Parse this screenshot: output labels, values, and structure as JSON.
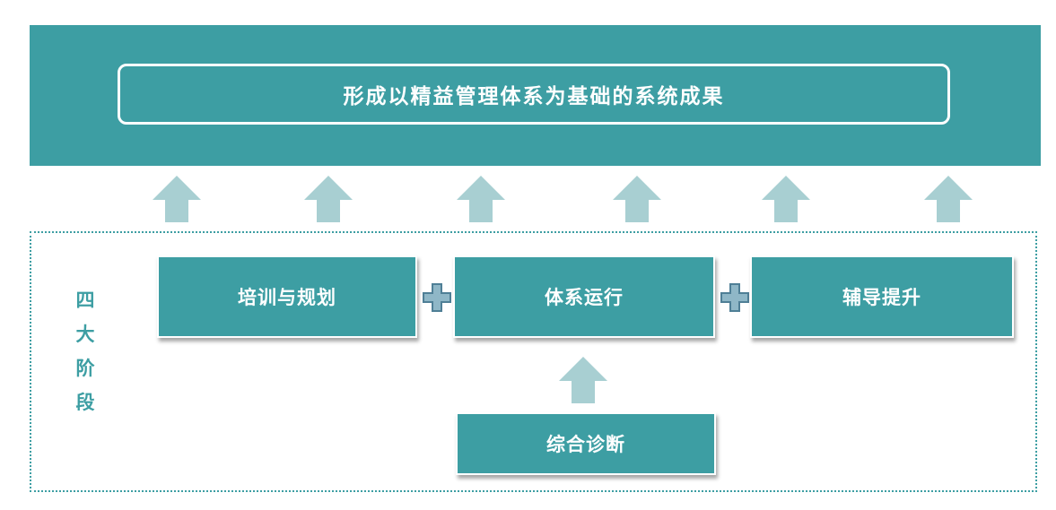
{
  "header": {
    "title": "形成以精益管理体系为基础的系统成果"
  },
  "side_label": [
    "四",
    "大",
    "阶",
    "段"
  ],
  "stages": [
    {
      "label": "培训与规划"
    },
    {
      "label": "体系运行"
    },
    {
      "label": "辅导提升"
    }
  ],
  "foundation": {
    "label": "综合诊断"
  },
  "colors": {
    "primary": "#3d9ea3",
    "arrow": "#a8cfd2",
    "plus_fill": "#8fb7c7",
    "plus_stroke": "#4f7f96"
  }
}
